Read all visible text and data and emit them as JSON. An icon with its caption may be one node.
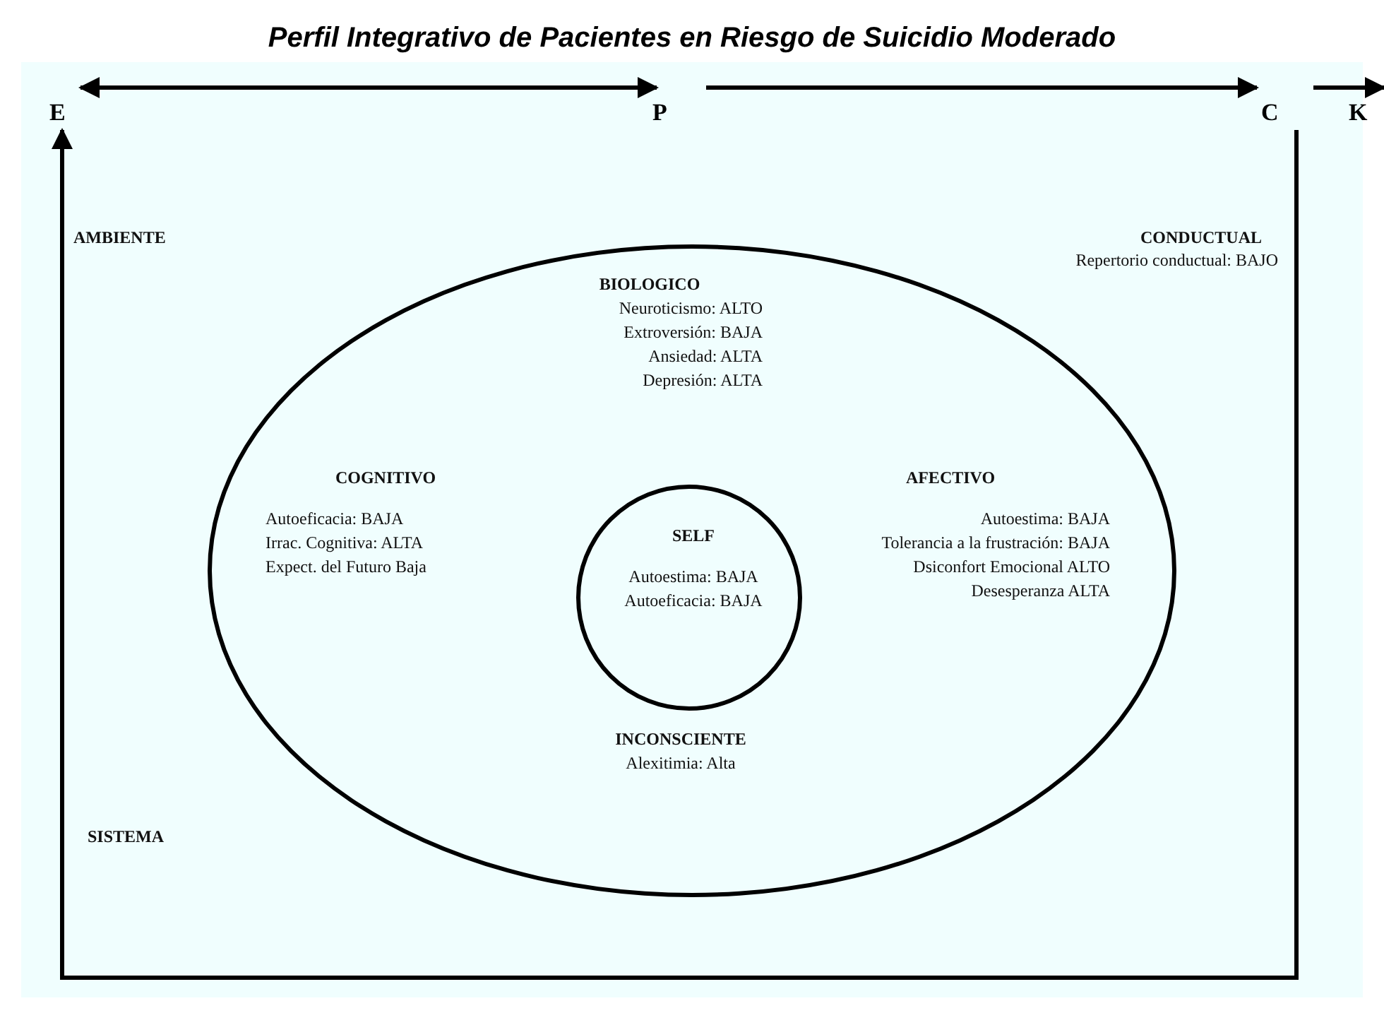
{
  "diagram": {
    "title": "Perfil Integrativo de Pacientes en Riesgo de Suicidio Moderado",
    "nodes": [
      {
        "text": [
          "E"
        ]
      },
      {
        "text": [
          "P"
        ]
      },
      {
        "text": [
          "C"
        ]
      },
      {
        "text": [
          "K"
        ]
      },
      {
        "text": [
          "BIOLOGICO",
          "Neuroticismo: ALTO",
          "Extroversión: BAJA",
          "Ansiedad: ALTA",
          "Depresión: ALTA",
          "COGNITIVO",
          "Autoeficacia: BAJA",
          "Irrac. Cognitiva: ALTA",
          "Expect. del Futuro Baja",
          "AFECTIVO",
          "Autoestima: BAJA",
          "Tolerancia a la frustración: BAJA",
          "Dsiconfort Emocional ALTO",
          "Desesperanza ALTA",
          "INCONSCIENTE",
          "Alexitimia: Alta"
        ]
      },
      {
        "text": [
          "SELF",
          "Autoestima: BAJA",
          "Autoeficacia: BAJA"
        ],
        "in": 4
      }
    ],
    "edges": [
      {
        "from": 0,
        "to": 1,
        "arrow": "both"
      },
      {
        "from": 1,
        "to": 2,
        "arrow": "to"
      },
      {
        "from": 2,
        "to": 3,
        "arrow": "to"
      },
      {
        "from": 2,
        "to": 0,
        "arrow": "to"
      }
    ],
    "labels": [
      "AMBIENTE",
      "CONDUCTUAL",
      "Repertorio conductual: BAJO",
      "SISTEMA"
    ]
  }
}
